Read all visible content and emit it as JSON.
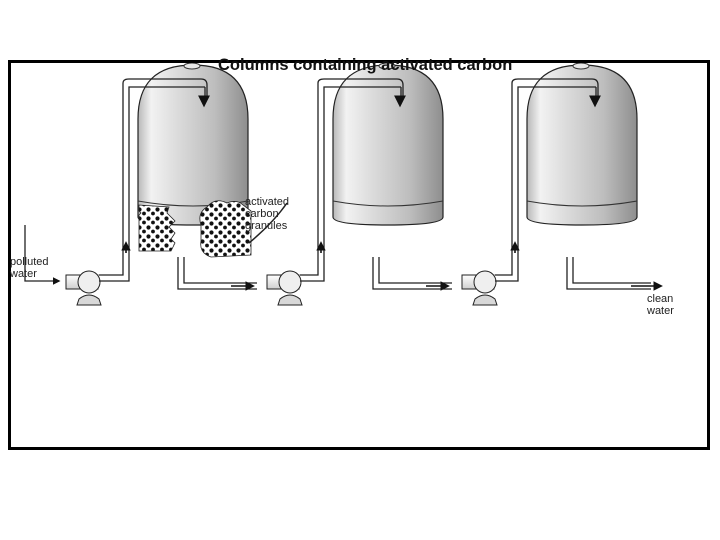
{
  "diagram": {
    "title": "Columns containing activated carbon",
    "labels": {
      "polluted_water": "polluted\nwater",
      "activated_carbon_granules": "activated\ncarbon\ngranules",
      "clean_water": "clean\nwater"
    }
  },
  "colors": {
    "frame": "#000000",
    "tank_light": "#f4f4f4",
    "tank_dark": "#8e8e8e",
    "granule_dot": "#111111",
    "pipe_stroke": "#222222"
  },
  "icons": {
    "pump": "pump-icon",
    "arrow": "flow-arrow-icon",
    "granules": "granule-cluster-icon"
  }
}
